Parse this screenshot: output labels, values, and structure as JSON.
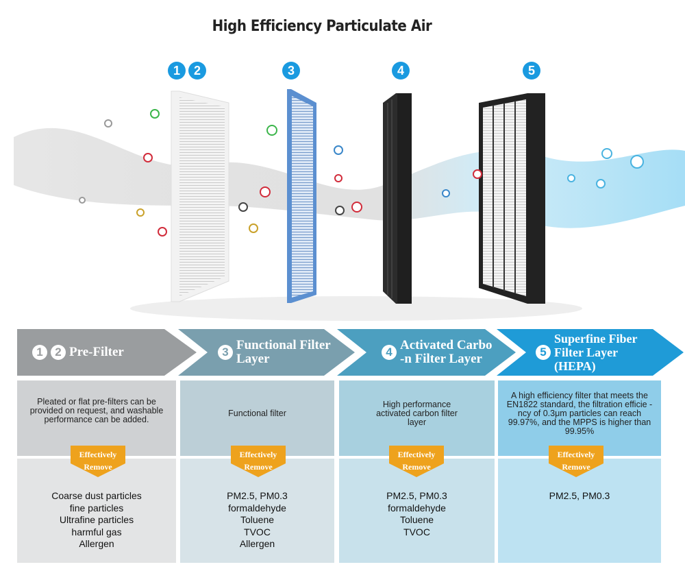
{
  "title": "High Efficiency Particulate Air",
  "badges": [
    "1",
    "2",
    "3",
    "4",
    "5"
  ],
  "colors": {
    "accent": "#1a9ae0",
    "badge": "#eea21d"
  },
  "columns": [
    {
      "nums": [
        "1",
        "2"
      ],
      "title_lines": [
        "Pre-Filter"
      ],
      "description": "Pleated or flat pre-filters can be provided on request, and washable performance can be added.",
      "remove_line1": "Effectively",
      "remove_line2": "Remove",
      "items": [
        "Coarse dust particles",
        "fine particles",
        "Ultrafine particles",
        "harmful gas",
        "Allergen"
      ]
    },
    {
      "nums": [
        "3"
      ],
      "title_lines": [
        "Functional Filter",
        "Layer"
      ],
      "description": "Functional filter",
      "remove_line1": "Effectively",
      "remove_line2": "Remove",
      "items": [
        "PM2.5, PM0.3",
        "formaldehyde",
        "Toluene",
        "TVOC",
        "Allergen"
      ]
    },
    {
      "nums": [
        "4"
      ],
      "title_lines": [
        "Activated Carbo",
        "-n Filter Layer"
      ],
      "description": "High performance activated carbon filter layer",
      "remove_line1": "Effectively",
      "remove_line2": "Remove",
      "items": [
        "PM2.5, PM0.3",
        "formaldehyde",
        "Toluene",
        "TVOC"
      ]
    },
    {
      "nums": [
        "5"
      ],
      "title_lines": [
        "Superfine Fiber",
        "Filter Layer",
        "(HEPA)"
      ],
      "description": "A high efficiency filter that meets the EN1822 standard, the filtration efficie -ncy of 0.3μm particles can reach 99.97%, and the MPPS is higher than 99.95%",
      "remove_line1": "Effectively",
      "remove_line2": "Remove",
      "items": [
        "PM2.5, PM0.3"
      ]
    }
  ]
}
